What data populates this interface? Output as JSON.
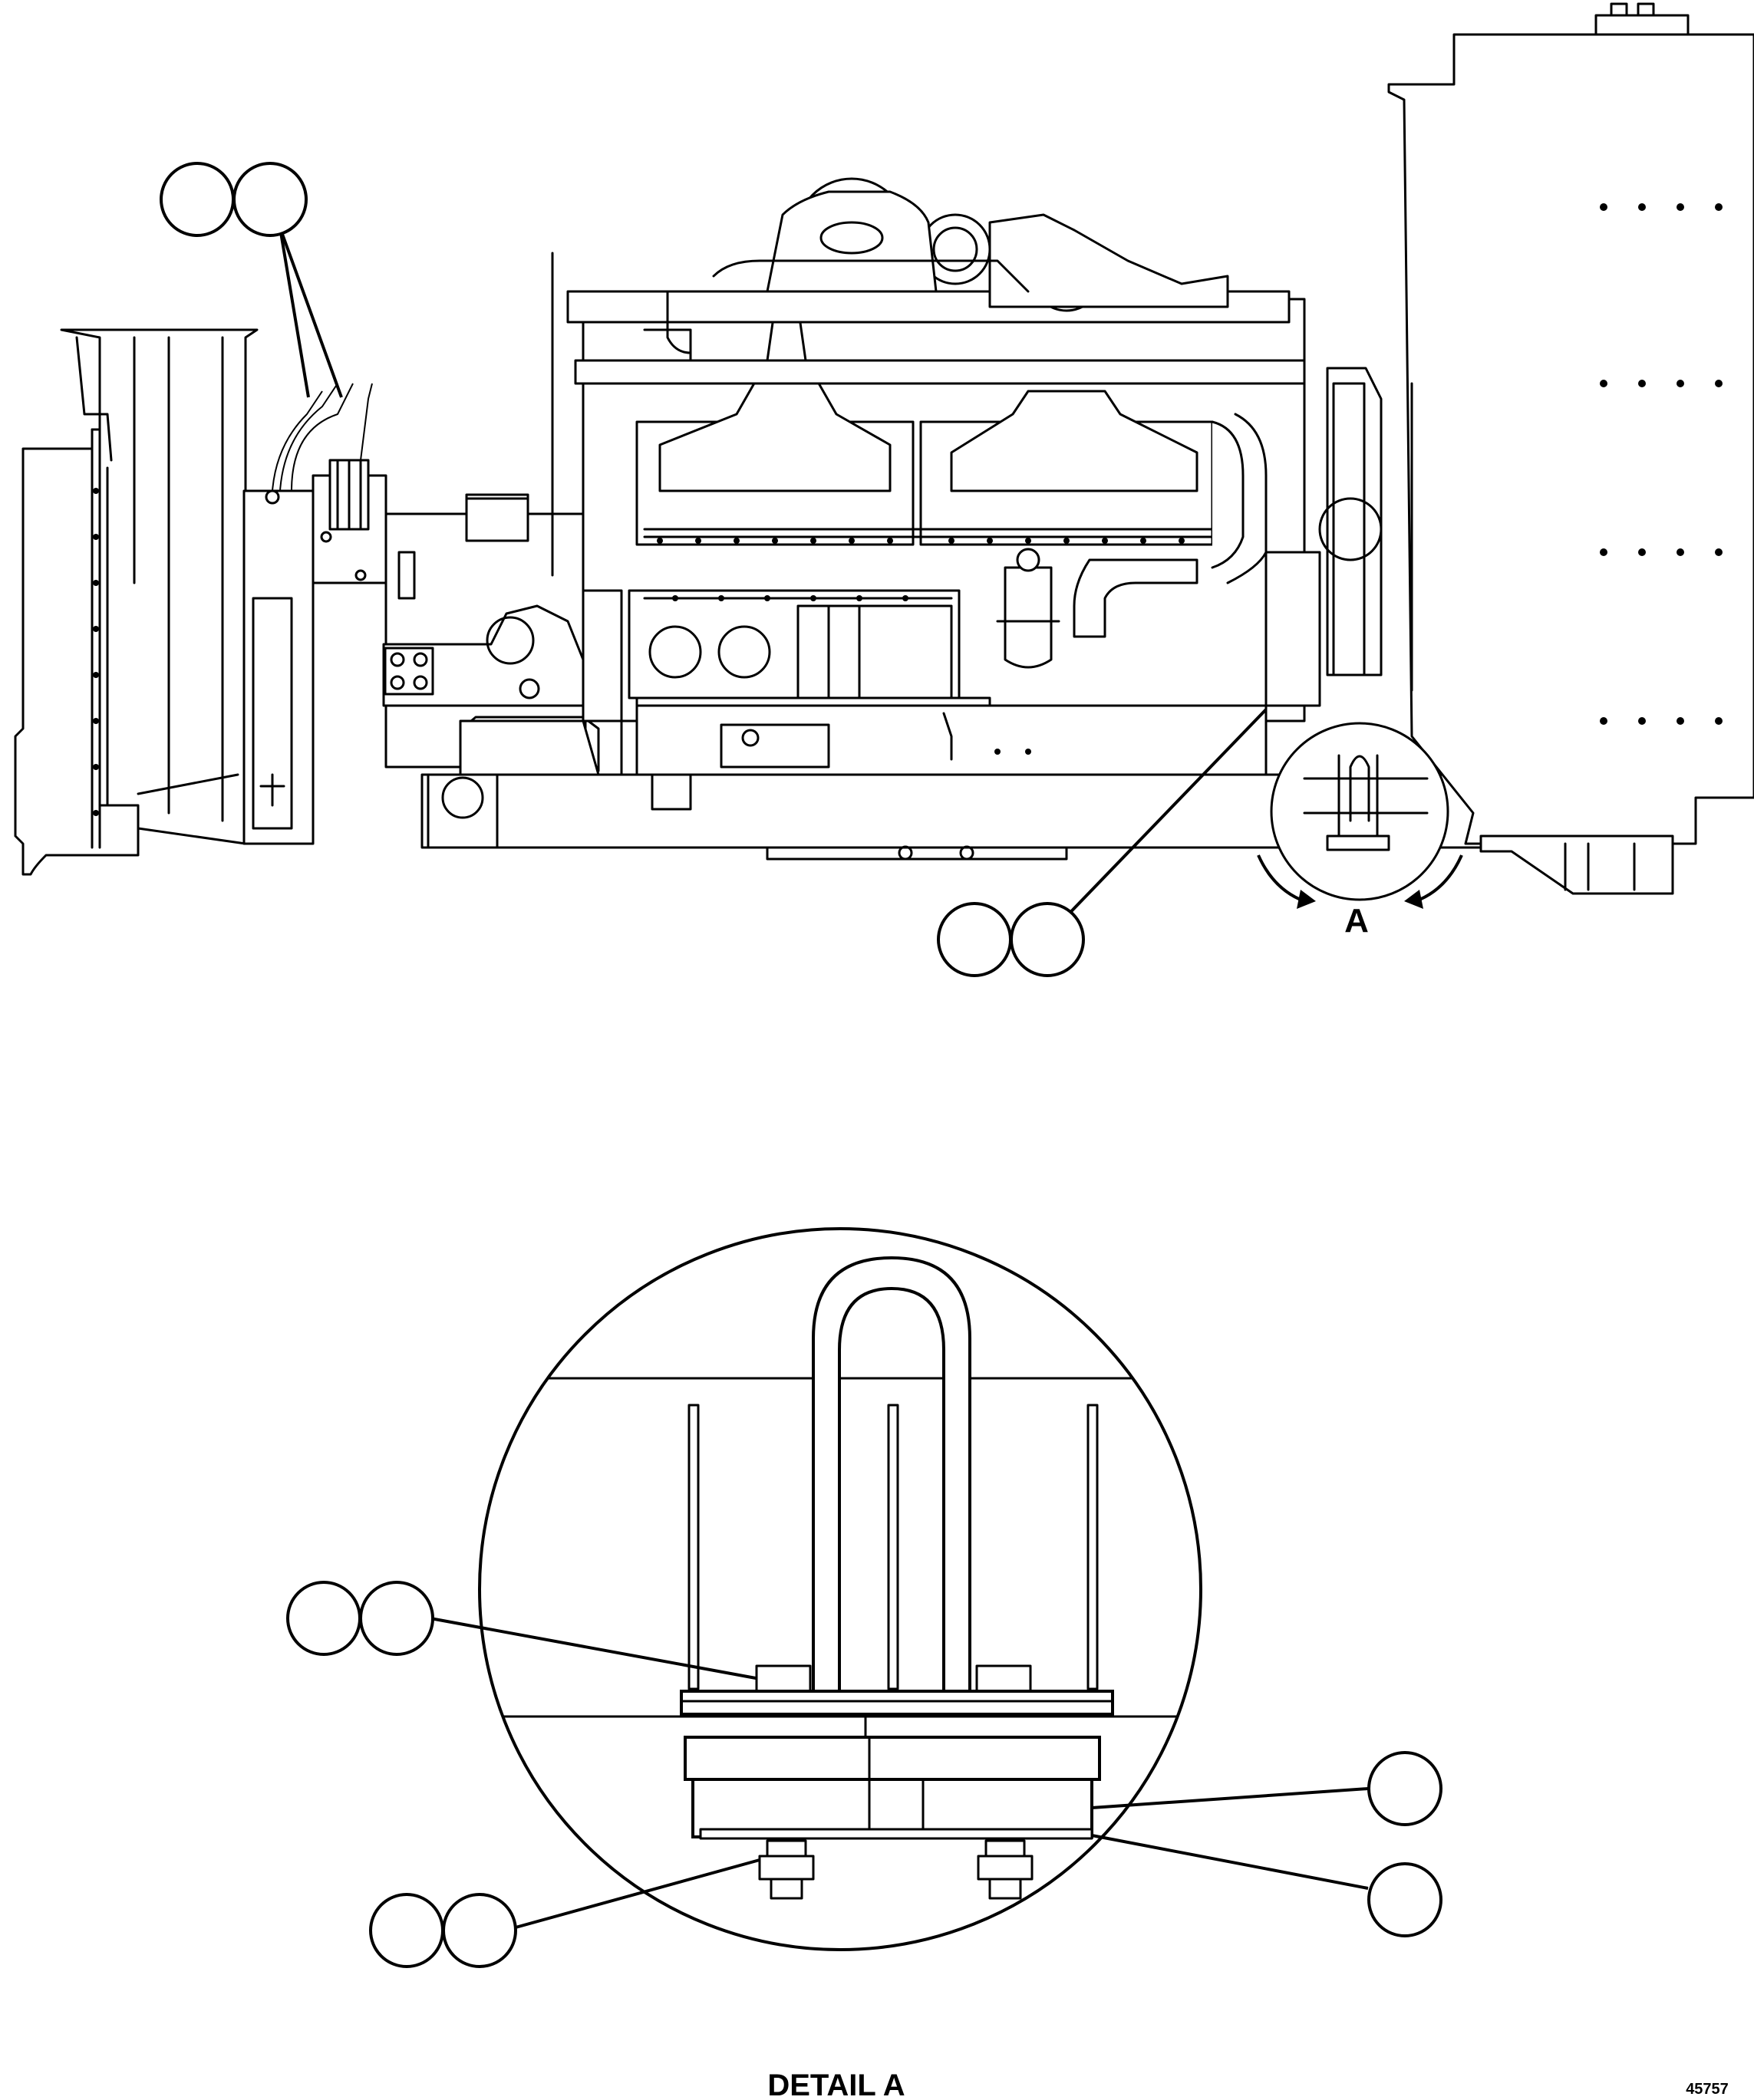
{
  "detail_marker_label": "A",
  "detail_title": "DETAIL A",
  "drawing_number": "45757"
}
